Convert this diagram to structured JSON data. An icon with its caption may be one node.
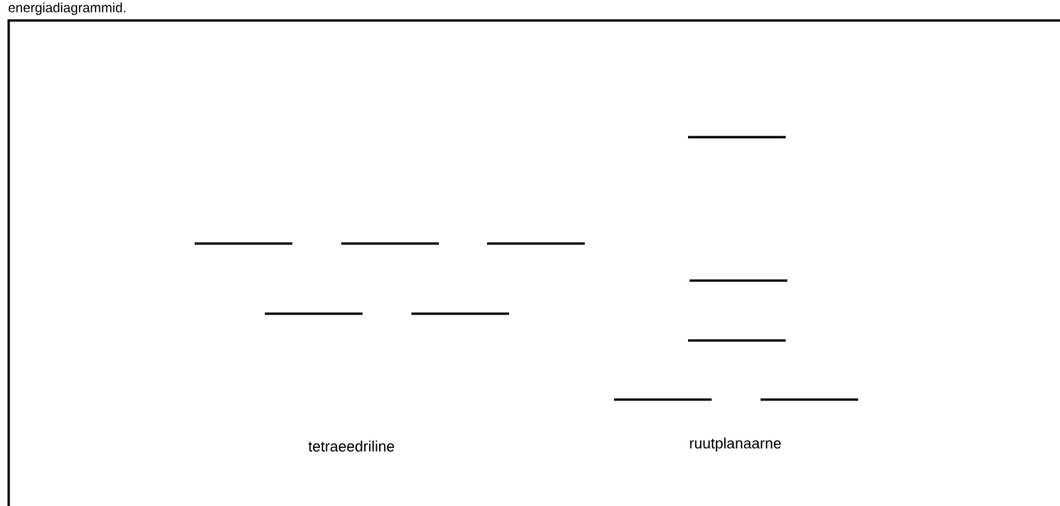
{
  "diagram": {
    "title": "energiadiagrammid.",
    "labels": [
      "tetraeedriline",
      "ruutplanaarne"
    ]
  }
}
